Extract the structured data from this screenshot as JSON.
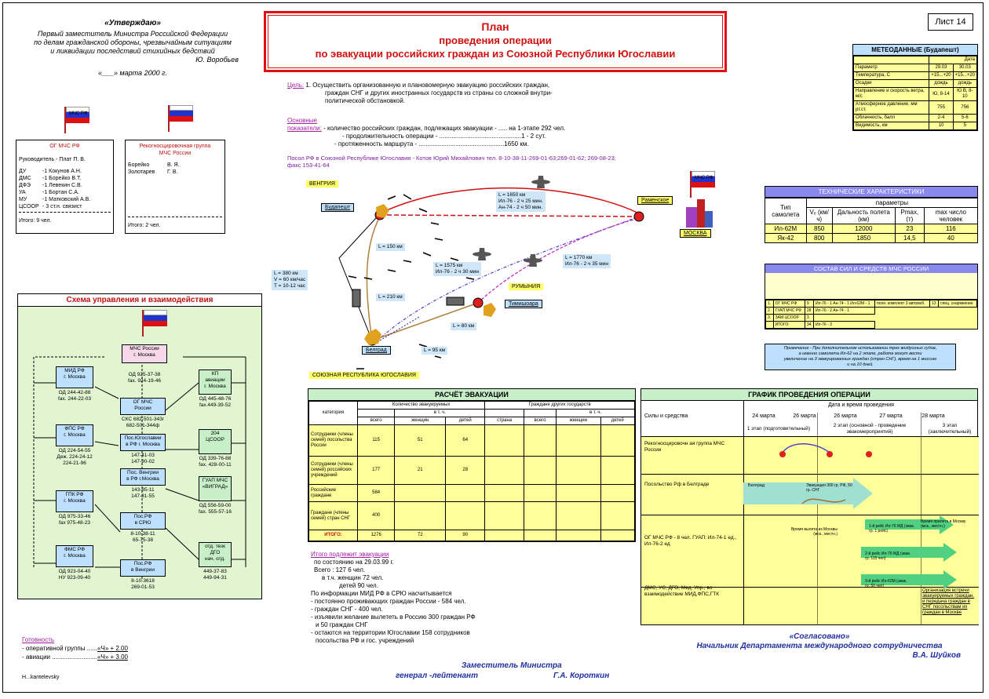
{
  "sheet_no": "Лист 14",
  "title": {
    "line1": "План",
    "line2": "проведения операции",
    "line3": "по эвакуации российских граждан из Союзной Республики Югославии"
  },
  "approve": {
    "heading": "«Утверждаю»",
    "l1": "Первый заместитель Министра Российской Федерации",
    "l2": "по делам гражданской обороны, чрезвычайным ситуациям",
    "l3": "и ликвидации последствий стихийных бедствий",
    "name": "Ю. Воробьев",
    "date": "«___» марта          2000 г."
  },
  "goal": {
    "label": "Цель:",
    "text1": "1. Осуществить организованную и плановомерную эвакуацию российских граждан,",
    "text2": "граждан СНГ и других иностранных государств из страны со сложной внутри-",
    "text3": "политической обстановкой."
  },
  "indicators": {
    "label1": "Основные",
    "label2": "показатели:",
    "i1": "- количество российских граждан, подлежащих эвакуации - ..... на 1-этапе 292 чел.",
    "i2": "- продолжительность операции - ...............................................1 - 2 сут.",
    "i3": "- протяженность маршрута - .................................................1650 км."
  },
  "ambassador": {
    "l1": "Посол РФ в Союзной Республике Югославия - Котов Юрий Михайлович тел. 8-10-38-11-269-01-63;269-01-62; 269-08-23;",
    "l2": "факс 153-41-64"
  },
  "left_group": {
    "flag_text": "МЧС РФ",
    "title": "ОГ МЧС РФ",
    "head": "Руководитель - Плат П. В.",
    "rows": [
      {
        "k": "ДУ",
        "v": "-1  Кокунов А.Н."
      },
      {
        "k": "ДМС",
        "v": "-1 Борейко В.Т."
      },
      {
        "k": "ДФЭ",
        "v": "-1 Левекин С.В."
      },
      {
        "k": "УА",
        "v": "-1 Бортан С.А."
      },
      {
        "k": "МУ",
        "v": "-1 Матковский А.В."
      },
      {
        "k": "ЦСООР",
        "v": "- 3 ст.н. связист"
      }
    ],
    "total": "Итого:      9 чел."
  },
  "recon_group": {
    "title1": "Рекогносцировочная группа",
    "title2": "МЧС России",
    "rows": [
      {
        "k": "Борейко",
        "v": "В. Я."
      },
      {
        "k": "Золотарев",
        "v": "Г. В."
      }
    ],
    "total": "Итого:       2 чел."
  },
  "scheme": {
    "title": "Схема управления и взаимодействия",
    "center": {
      "t": "МЧС России",
      "s": "г. Москва"
    },
    "nodes": [
      {
        "t": "МИД РФ",
        "s": "г. Москва",
        "p": "ОД 244-42-88",
        "f": "fax. 244-22-03"
      },
      {
        "t": "ФПС РФ",
        "s": "г. Москва",
        "p": "ОД 224-54-55",
        "f": "Деж. 224-24-12",
        "g": "224-21-96"
      },
      {
        "t": "ГПК РФ",
        "s": "г. Москва",
        "p": "ОД 975-33-46",
        "f": "fax 975-48-23"
      },
      {
        "t": "ФМС РФ",
        "s": "г. Москва",
        "p": "ОД 923-04-40",
        "f": "НУ 923-09-40"
      }
    ],
    "mid": [
      {
        "t": "ОГ МЧС",
        "s": "России",
        "p": "СКС 682-501-343г",
        "f": "682-501-344ф"
      },
      {
        "t": "Пос.Югославии",
        "s": "в РФ г. Москва",
        "p": "147-41-03",
        "f": "147-90-02"
      },
      {
        "t": "Пос. Венгрии",
        "s": "в РФ г.Москва",
        "p": "143-85-11",
        "f": "147-81-55"
      },
      {
        "t": "Пос.РФ",
        "s": "в СРЮ",
        "p": "8-10-38-11",
        "f": "65-75-38"
      },
      {
        "t": "Пос.РФ",
        "s": "в Венгрии",
        "p": "8-10-3618",
        "f": "269-01-53"
      }
    ],
    "center_phones": {
      "p": "ОД 925-37-38",
      "f": "fax. 924-19-46"
    },
    "right": [
      {
        "t": "КП",
        "s": "авиации",
        "s2": "г. Москва",
        "p": "ОД 445-48-76",
        "f": "fax.449-39-52"
      },
      {
        "t": "204",
        "s": "ЦСООР",
        "p": "ОД 339-76-88",
        "f": "fax. 428-00-11"
      },
      {
        "t": "ГУАП МЧС",
        "s": "«ВИГРАД»",
        "p": "ОД 556-59-00",
        "f": "fax. 555-57-16"
      },
      {
        "t": "отд. тезк",
        "s": "ДГО",
        "s2": "нач. отд.",
        "p": "449-37-83",
        "f": "449-94-31"
      }
    ]
  },
  "readiness": {
    "title": "Готовность",
    "r1": "- оперативной группы ......",
    "v1": "«Ч» + 2.00",
    "r2": "- авиации ..........................",
    "v2": "«Ч» + 3.00"
  },
  "author": "Н...kantelevsky",
  "map": {
    "vengria": "ВЕНГРИЯ",
    "budapest": "Будапешт",
    "ramenskoe": "Раменское",
    "moskva": "МОСКВА",
    "rumynia": "РУМЫНИЯ",
    "timisoara": "Тимишоара",
    "belgrad": "Белград",
    "yugo": "СОЮЗНАЯ РЕСПУБЛИКА ЮГОСЛАВИЯ",
    "r1": [
      "L = 1650 км",
      "Ил-76 - 2 ч 25 мин.",
      "Ан-74 - 2 ч 50 мин."
    ],
    "r2": [
      "L = 1575 км",
      "Ил-76 - 2 ч 30 мин"
    ],
    "r3": [
      "L = 1770 км",
      "Ил-76 - 2 ч 35 мин"
    ],
    "l150": "L = 150 км",
    "l210": "L = 210 км",
    "l80": "L = 80 км",
    "l95": "L = 95 км",
    "land": [
      "L = 380 км",
      "V = 60 км/час",
      "T = 10-12 час"
    ]
  },
  "meteo": {
    "title": "МЕТЕОДАННЫЕ (Будапешт)",
    "date_label": "Дата",
    "cols": [
      "29.03",
      "30.03"
    ],
    "rows": [
      [
        "Параметр",
        "29.03",
        "30.03"
      ],
      [
        "Температура, С",
        "+15...+20",
        "+15...+20"
      ],
      [
        "Осадки",
        "дождь",
        "дождь"
      ],
      [
        "Направление и скорость ветра, м/с",
        "Ю, 8-14",
        "Ю В, 8-10"
      ],
      [
        "Атмосферное давление, мм рт.ст.",
        "755",
        "756"
      ],
      [
        "Облачность, балл",
        "2-4",
        "5-6"
      ],
      [
        "Видимость, км",
        "10",
        "5"
      ]
    ]
  },
  "tech": {
    "title": "ТЕХНИЧЕСКИЕ ХАРАКТЕРИСТИКИ",
    "params": "параметры",
    "h": [
      "Тип самолета",
      "Vₑ (км/ч)",
      "Дальность полета (км)",
      "Pmax, (т)",
      "max число человек"
    ],
    "rows": [
      [
        "Ил-62М",
        "850",
        "12000",
        "23",
        "116"
      ],
      [
        "Як-42",
        "800",
        "1850",
        "14,5",
        "40"
      ]
    ]
  },
  "forces": {
    "title": "СОСТАВ СИЛ И СРЕДСТВ МЧС РОССИИ",
    "r1": [
      "1.",
      "ОГ МЧС РФ",
      "9",
      "Ил-76 - 1 Ан-74 - 1 Ил-62М - 1",
      "полн. комплект 3 автомоб.",
      "13",
      "спец. снаряжение"
    ],
    "r2": [
      "2.",
      "ГУАП МЧС РФ",
      "28",
      "Ил-76 - 2 Ан-74 - 1"
    ],
    "r3": [
      "3.",
      "ЗАМ ЦСООР",
      "3"
    ],
    "r4": [
      "",
      "ИТОГО:",
      "34",
      "Ил-76 - 3"
    ]
  },
  "note": {
    "l1": "Примечание - При дополнительном использовании трех воздушных судов,",
    "l2": "а именно самолета Ил-62 на 2 этапе, работа могут вести",
    "l3": "увеличение на 3 эвакуированных граждан (стран СНГ), время на 1 миссию",
    "l4": "и на 10 дней."
  },
  "calc": {
    "title": "РАСЧЁТ  ЭВАКУАЦИИ",
    "kat": "категория",
    "g1": "Количество эвакуируемых",
    "g2": "Граждане других государств",
    "vtch": "в т. ч.",
    "vtch2": "в т. ч.",
    "cols": [
      "всего",
      "женщин",
      "детей",
      "страна",
      "всего",
      "женщин",
      "детей"
    ],
    "rows": [
      [
        "Сотрудники (члены семей) посольства России",
        "115",
        "51",
        "64"
      ],
      [
        "Сотрудники (члены семей) российских учреждений",
        "177",
        "21",
        "28"
      ],
      [
        "Российские граждане",
        "584",
        "",
        ""
      ],
      [
        "Граждане (члены семей) стран СНГ",
        "400",
        "",
        ""
      ],
      [
        "ИТОГО:",
        "1276",
        "72",
        "90"
      ]
    ]
  },
  "summary": {
    "title": "Итого подлежит эвакуации",
    "l1": "по состоянию на 29.03.99 г.",
    "l2": "Всего :           127 6  чел.",
    "l3": "в т.ч. женщин   72   чел.",
    "l4": "детей    90    чел.",
    "l5": "По информации МИД РФ в СРЮ насчитывается",
    "l6": "- постоянно проживающих граждан России - 584 чел.",
    "l7": "- граждан СНГ                                   - 400 чел.",
    "l8": "- изъявили желание вылететь в Россию 300 граждан РФ",
    "l9": "и 50 граждан СНГ",
    "l10": "- остаются на территории Югославии 158 сотрудников",
    "l11": "посольства РФ и гос. учреждений"
  },
  "schedule": {
    "title": "ГРАФИК ПРОВЕДЕНИЯ ОПЕРАЦИИ",
    "dt": "Дата и время проведения",
    "forces": "Силы и средства",
    "dates": [
      "24 марта",
      "26 марта",
      "26 марта",
      "27 марта",
      "28 марта"
    ],
    "st1": "1 этап (подготовительный)",
    "st2": "2 этап (основной - проведение эвакомероприятий)",
    "st3": "3 этап (заключительный)",
    "rows": [
      "Рекогносцировочн ая группа МЧС России",
      "Посольство Рф в Белграде",
      "ОГ МЧС РФ -      8 чел. ГУАП: Ил-74-1 ед., Ил-76-2 ед",
      "ДМС, УС, ДГО, Мед. Упр., во взаимодействие МИД,ФПС,ГТК"
    ],
    "bars": [
      "Белград",
      "Эвакуация 300 гр. РФ, 50 гр. СНГ",
      "1-й рейс Ил-76 МД (эвак. гр. 1 рейс)",
      "2-й рейс Ил-76 МД (эвак. гр. 115 чел)",
      "3-й рейс Ил-62М (эвак. гр. 50 чел)"
    ],
    "dep": [
      "Время вылета из Москвы (мск., местн.)",
      "Время прилета в Москву (мск., местн.)"
    ],
    "last": "Организация встречи эвакуируемых граждан, и передача граждан в СНГ посольствам их граждан в Москве"
  },
  "agreed": {
    "h": "«Согласовано»",
    "l1": "Начальник Департамента международного сотрудничества",
    "n": "В.А.  Шуйков"
  },
  "deputy": {
    "l1": "Заместитель Министра",
    "rank": "генерал -лейтенант",
    "name": "Г.А.  Короткин"
  }
}
